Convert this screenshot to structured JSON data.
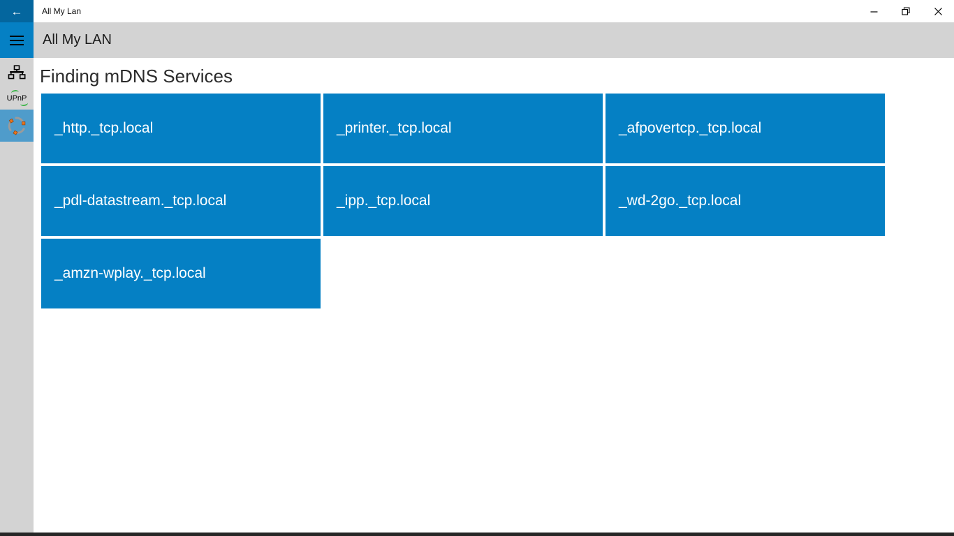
{
  "window": {
    "title": "All My Lan",
    "controls": [
      {
        "name": "minimize"
      },
      {
        "name": "restore"
      },
      {
        "name": "close"
      }
    ]
  },
  "header": {
    "title": "All My LAN"
  },
  "sidebar": {
    "items": [
      {
        "id": "lan-devices",
        "icon": "network-topology-icon",
        "label": ""
      },
      {
        "id": "upnp",
        "icon": "upnp-logo",
        "label": "UPnP"
      },
      {
        "id": "mdns",
        "icon": "mdns-swirl-icon",
        "label": "",
        "selected": true
      }
    ]
  },
  "main": {
    "heading": "Finding mDNS Services",
    "services": [
      "_http._tcp.local",
      "_printer._tcp.local",
      "_afpovertcp._tcp.local",
      "_pdl-datastream._tcp.local",
      "_ipp._tcp.local",
      "_wd-2go._tcp.local",
      "_amzn-wplay._tcp.local"
    ]
  },
  "colors": {
    "accent_dark": "#04669E",
    "accent": "#0580C4",
    "tile": "#0580C4",
    "selected_item": "#4F9CCB",
    "chrome_gray": "#D3D3D3",
    "bottom_bar": "#262626"
  }
}
